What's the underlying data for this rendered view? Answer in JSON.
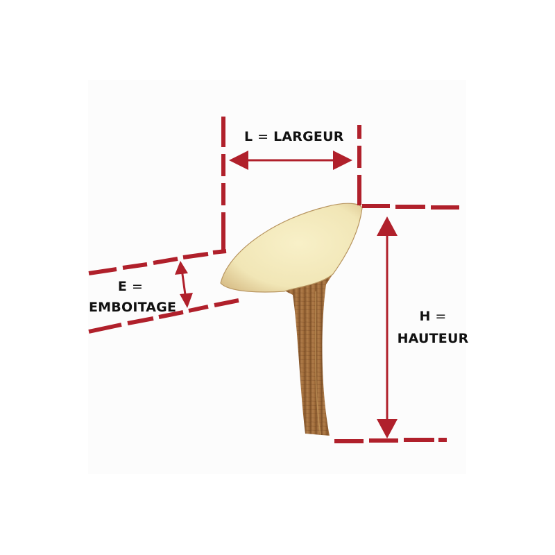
{
  "diagram": {
    "subject": "Talon de chaussure (high heel)",
    "colors": {
      "accent": "#b0202b",
      "background": "#fcfcfc",
      "text": "#111111",
      "top_piece": "#f3ecc2",
      "wood": "#a0703e"
    },
    "labels": {
      "largeur": {
        "letter": "L",
        "equals": "=",
        "word": "LARGEUR"
      },
      "emboitage": {
        "letter": "E",
        "equals": "=",
        "word": "EMBOITAGE"
      },
      "hauteur": {
        "letter": "H",
        "equals": "=",
        "word": "HAUTEUR"
      }
    }
  }
}
